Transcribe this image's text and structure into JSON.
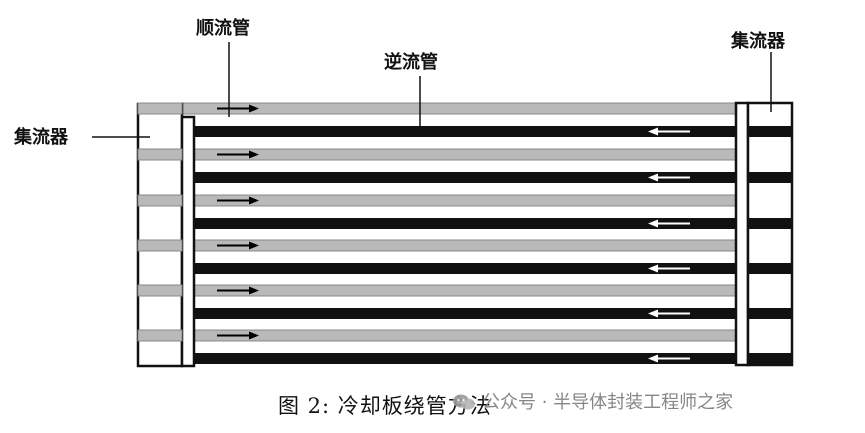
{
  "labels": {
    "parallel_tube": "顺流管",
    "counter_tube": "逆流管",
    "collector_left": "集流器",
    "collector_right": "集流器"
  },
  "caption": "图 2: 冷却板绕管方法",
  "watermark": {
    "text": "公众号 · 半导体封装工程师之家",
    "logo_icon": "wechat-icon"
  },
  "colors": {
    "parallel_tube": "#b9b9b9",
    "counter_tube": "#111111",
    "arrow_parallel": "#000000",
    "arrow_counter": "#ffffff"
  }
}
